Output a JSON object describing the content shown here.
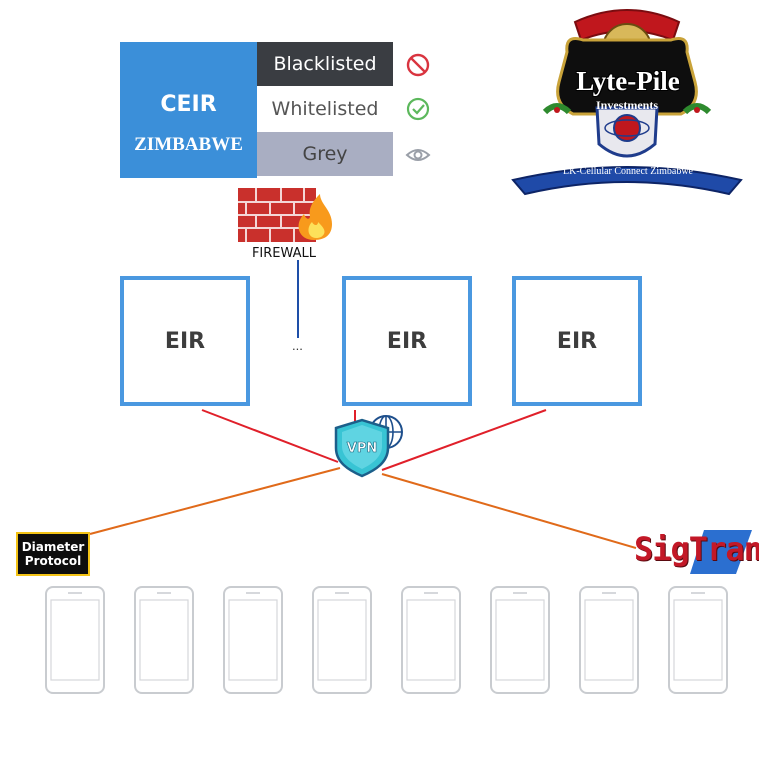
{
  "ceir": {
    "title": "CEIR",
    "subtitle": "ZIMBABWE",
    "statuses": [
      {
        "label": "Blacklisted",
        "icon": "prohibited-icon",
        "color": "#d9343f"
      },
      {
        "label": "Whitelisted",
        "icon": "check-circle-icon",
        "color": "#5cb85c"
      },
      {
        "label": "Grey",
        "icon": "eye-icon",
        "color": "#9a9fa8"
      }
    ]
  },
  "firewall": {
    "label": "FIREWALL"
  },
  "eirs": [
    {
      "label": "EIR"
    },
    {
      "label": "EIR"
    },
    {
      "label": "EIR"
    }
  ],
  "ellipsis": "...",
  "vpn": {
    "label": "VPN"
  },
  "diameter": {
    "line1": "Diameter",
    "line2": "Protocol"
  },
  "sigtran": {
    "label": "SigTran"
  },
  "logo": {
    "title": "Lyte-Pile",
    "subtitle": "Investments",
    "ribbon": "LK-Cellular Connect Zimbabwe"
  },
  "devices": {
    "count": 8,
    "icon": "smartphone-icon"
  },
  "colors": {
    "accent_blue": "#3b8fd9",
    "eir_border": "#4a98e0",
    "eir_link": "#e0202a",
    "protocol_link": "#e06a1a",
    "firewall_link": "#1e4fa8"
  }
}
